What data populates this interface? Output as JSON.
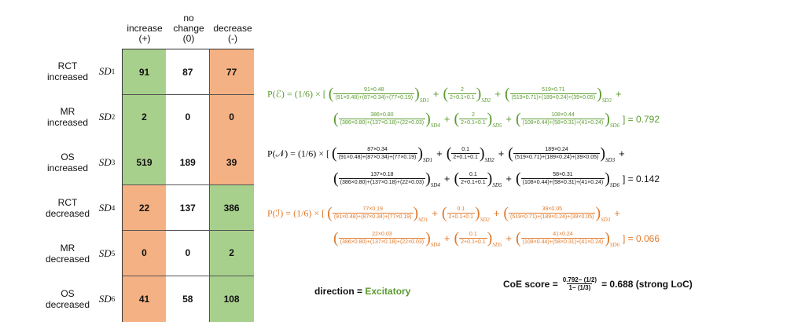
{
  "columns": [
    {
      "lines": [
        "increase",
        "(+)"
      ]
    },
    {
      "lines": [
        "no",
        "change",
        "(0)"
      ]
    },
    {
      "lines": [
        "decrease",
        "(-)"
      ]
    }
  ],
  "rows": [
    {
      "label": [
        "RCT",
        "increased"
      ],
      "sd": "SD",
      "sd_sub": "1",
      "cells": [
        {
          "v": "91",
          "c": "g"
        },
        {
          "v": "87",
          "c": "w"
        },
        {
          "v": "77",
          "c": "o"
        }
      ]
    },
    {
      "label": [
        "MR",
        "increased"
      ],
      "sd": "SD",
      "sd_sub": "2",
      "cells": [
        {
          "v": "2",
          "c": "g"
        },
        {
          "v": "0",
          "c": "w"
        },
        {
          "v": "0",
          "c": "o"
        }
      ]
    },
    {
      "label": [
        "OS",
        "increased"
      ],
      "sd": "SD",
      "sd_sub": "3",
      "cells": [
        {
          "v": "519",
          "c": "g"
        },
        {
          "v": "189",
          "c": "w"
        },
        {
          "v": "39",
          "c": "o"
        }
      ]
    },
    {
      "label": [
        "RCT",
        "decreased"
      ],
      "sd": "SD",
      "sd_sub": "4",
      "cells": [
        {
          "v": "22",
          "c": "o"
        },
        {
          "v": "137",
          "c": "w"
        },
        {
          "v": "386",
          "c": "g"
        }
      ]
    },
    {
      "label": [
        "MR",
        "decreased"
      ],
      "sd": "SD",
      "sd_sub": "5",
      "cells": [
        {
          "v": "0",
          "c": "o"
        },
        {
          "v": "0",
          "c": "w"
        },
        {
          "v": "2",
          "c": "g"
        }
      ]
    },
    {
      "label": [
        "OS",
        "decreased"
      ],
      "sd": "SD",
      "sd_sub": "6",
      "cells": [
        {
          "v": "41",
          "c": "o"
        },
        {
          "v": "58",
          "c": "w"
        },
        {
          "v": "108",
          "c": "g"
        }
      ]
    }
  ],
  "colors": {
    "green": "#a8d08d",
    "orange": "#f4b183",
    "text_green": "#5a9b2f",
    "text_orange": "#e07a2c"
  },
  "equations": [
    {
      "id": "E",
      "lhs": "P(ℰ) =",
      "prefix": "(1/6) × [",
      "color": "green",
      "line1": [
        {
          "num": "91×0.48",
          "den": "(91×0.48)+(87×0.34)+(77×0.19)",
          "sub": "SD1"
        },
        {
          "num": "2",
          "den": "2+0.1+0.1",
          "sub": "SD2"
        },
        {
          "num": "519×0.71",
          "den": "(519×0.71)+(189×0.24)+(39×0.05)",
          "sub": "SD3"
        }
      ],
      "line2": [
        {
          "num": "386×0.80",
          "den": "(386×0.80)+(137×0.18)+(22×0.03)",
          "sub": "SD4"
        },
        {
          "num": "2",
          "den": "2+0.1+0.1",
          "sub": "SD5"
        },
        {
          "num": "108×0.44",
          "den": "(108×0.44)+(58×0.31)+(41×0.24)",
          "sub": "SD6"
        }
      ],
      "result": "] = 0.792"
    },
    {
      "id": "N",
      "lhs": "P(𝒩) =",
      "prefix": "(1/6) × [",
      "color": "black",
      "line1": [
        {
          "num": "87×0.34",
          "den": "(91×0.48)+(87×0.34)+(77×0.19)",
          "sub": "SD1"
        },
        {
          "num": "0.1",
          "den": "2+0.1+0.1",
          "sub": "SD2"
        },
        {
          "num": "189×0.24",
          "den": "(519×0.71)+(189×0.24)+(39×0.05)",
          "sub": "SD3"
        }
      ],
      "line2": [
        {
          "num": "137×0.18",
          "den": "(386×0.80)+(137×0.18)+(22×0.03)",
          "sub": "SD4"
        },
        {
          "num": "0.1",
          "den": "2+0.1+0.1",
          "sub": "SD5"
        },
        {
          "num": "58×0.31",
          "den": "(108×0.44)+(58×0.31)+(41×0.24)",
          "sub": "SD6"
        }
      ],
      "result": "] = 0.142"
    },
    {
      "id": "I",
      "lhs": "P(ℐ) =",
      "prefix": "(1/6) × [",
      "color": "orange",
      "line1": [
        {
          "num": "77×0.19",
          "den": "(91×0.48)+(87×0.34)+(77×0.19)",
          "sub": "SD1"
        },
        {
          "num": "0.1",
          "den": "2+0.1+0.1",
          "sub": "SD2"
        },
        {
          "num": "39×0.05",
          "den": "(519×0.71)+(189×0.24)+(39×0.05)",
          "sub": "SD3"
        }
      ],
      "line2": [
        {
          "num": "22×0.03",
          "den": "(386×0.80)+(137×0.18)+(22×0.03)",
          "sub": "SD4"
        },
        {
          "num": "0.1",
          "den": "2+0.1+0.1",
          "sub": "SD5"
        },
        {
          "num": "41×0.24",
          "den": "(108×0.44)+(58×0.31)+(41×0.24)",
          "sub": "SD6"
        }
      ],
      "result": "] = 0.066"
    }
  ],
  "direction": {
    "label": "direction =",
    "value": "Excitatory"
  },
  "coe": {
    "label": "CoE score =",
    "num": "0.792− (1/2)",
    "den": "1− (1/3)",
    "result": "= 0.688 (strong LoC)"
  }
}
